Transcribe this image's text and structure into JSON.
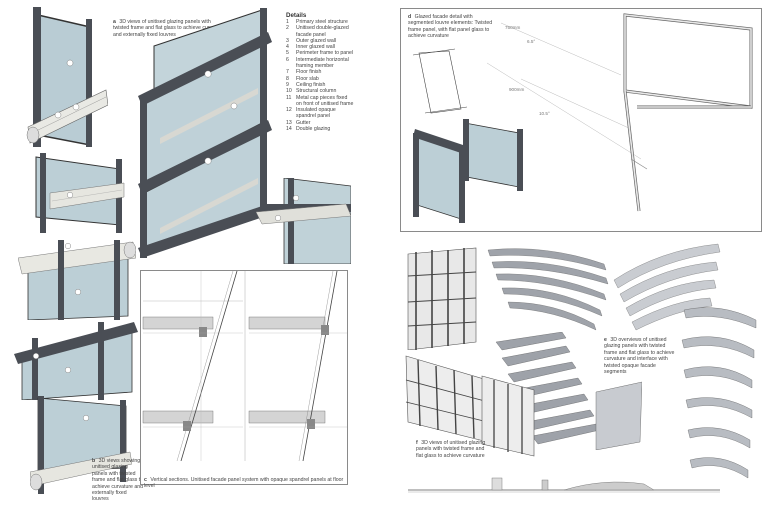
{
  "captions": {
    "a": {
      "letter": "a",
      "text": "3D views of unitised glazing panels with twisted frame and flat glass to achieve curvature and externally fixed louvres"
    },
    "b": {
      "letter": "b",
      "text": "3D views showing unitised glazing panels with twisted frame and flat glass to achieve curvature and externally fixed louvres"
    },
    "c": {
      "letter": "c",
      "text": "Vertical sections. Unitised facade panel system with opaque spandrel panels at floor level"
    },
    "d": {
      "letter": "d",
      "text": "Glazed facade detail with segmented louvre elements: Twisted frame panel, with flat panel glass to achieve curvature"
    },
    "e": {
      "letter": "e",
      "text": "3D overviews of unitised glazing panels with twisted frame and flat glass to achieve curvature and interface with twisted opaque facade segments"
    },
    "f": {
      "letter": "f",
      "text": "3D views of unitised glazing panels with twisted frame and flat glass to achieve curvature"
    }
  },
  "details": {
    "title": "Details",
    "items": [
      {
        "n": "1",
        "t": "Primary steel structure"
      },
      {
        "n": "2",
        "t": "Unitised double-glazed facade panel"
      },
      {
        "n": "3",
        "t": "Outer glazed wall"
      },
      {
        "n": "4",
        "t": "Inner glazed wall"
      },
      {
        "n": "5",
        "t": "Perimeter frame to panel"
      },
      {
        "n": "6",
        "t": "Intermediate horizontal framing member"
      },
      {
        "n": "7",
        "t": "Floor finish"
      },
      {
        "n": "8",
        "t": "Floor slab"
      },
      {
        "n": "9",
        "t": "Ceiling finish"
      },
      {
        "n": "10",
        "t": "Structural column"
      },
      {
        "n": "11",
        "t": "Metal cap pieces fixed on front of unitised frame"
      },
      {
        "n": "12",
        "t": "Insulated opaque spandrel panel"
      },
      {
        "n": "13",
        "t": "Gutter"
      },
      {
        "n": "14",
        "t": "Double glazing"
      }
    ]
  },
  "dimensions": {
    "d1": "750mm",
    "d2": "900mm",
    "d3": "6.5°",
    "d4": "10.5°"
  }
}
